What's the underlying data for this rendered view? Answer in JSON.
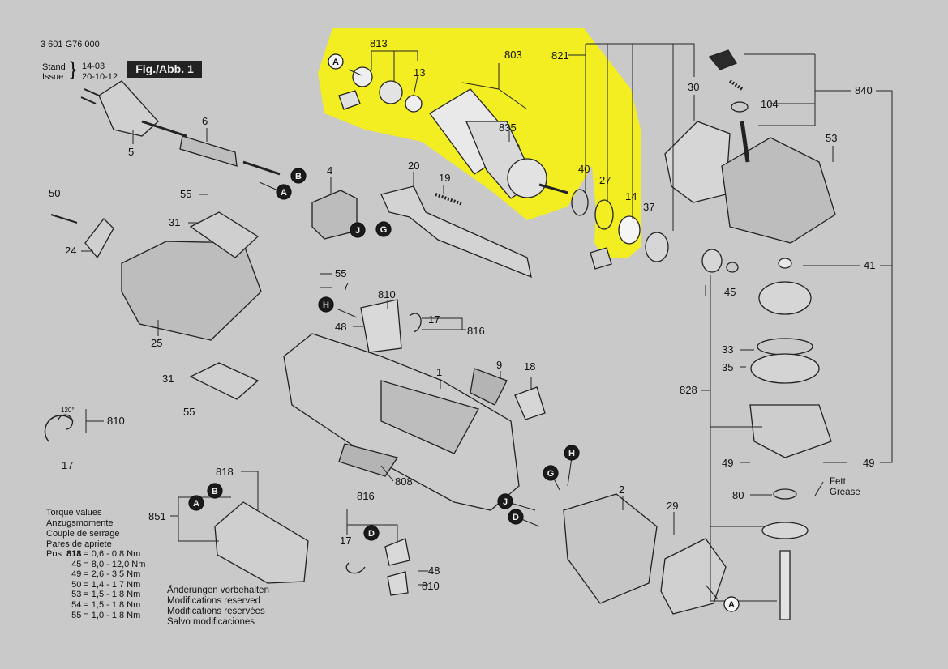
{
  "header": {
    "part_number": "3 601 G76 000",
    "stand_label": "Stand",
    "issue_label": "Issue",
    "bracket": "}",
    "date_old": "14-03",
    "date_new": "20-10-12",
    "figure_label": "Fig./Abb. 1"
  },
  "torque": {
    "title_lines": [
      "Torque values",
      "Anzugsmomente",
      "Couple de serrage",
      "Pares de apriete"
    ],
    "pos_label": "Pos",
    "rows": [
      {
        "pos": "818",
        "value": "0,6 - 0,8 Nm"
      },
      {
        "pos": "45",
        "value": "8,0 - 12,0 Nm"
      },
      {
        "pos": "49",
        "value": "2,6 - 3,5 Nm"
      },
      {
        "pos": "50",
        "value": "1,4 - 1,7 Nm"
      },
      {
        "pos": "53",
        "value": "1,5 - 1,8 Nm"
      },
      {
        "pos": "54",
        "value": "1,5 - 1,8 Nm"
      },
      {
        "pos": "55",
        "value": "1,0 - 1,8 Nm"
      }
    ]
  },
  "notice": [
    "Änderungen vorbehalten",
    "Modifications reserved",
    "Modifications reservées",
    "Salvo modificaciones"
  ],
  "grease": {
    "de": "Fett",
    "en": "Grease"
  },
  "angle_label": "120°",
  "callouts": [
    "813",
    "803",
    "13",
    "835",
    "821",
    "30",
    "840",
    "104",
    "53",
    "6",
    "5",
    "4",
    "20",
    "19",
    "40",
    "27",
    "14",
    "37",
    "50",
    "55",
    "31",
    "24",
    "25",
    "55",
    "7",
    "810",
    "48",
    "17",
    "816",
    "9",
    "18",
    "1",
    "31",
    "55",
    "810",
    "17",
    "818",
    "851",
    "808",
    "816",
    "17",
    "48",
    "810",
    "2",
    "29",
    "41",
    "45",
    "33",
    "35",
    "828",
    "49",
    "49",
    "80"
  ],
  "connectors": [
    "A",
    "B",
    "A",
    "G",
    "J",
    "H",
    "A",
    "B",
    "H",
    "G",
    "J",
    "D",
    "D",
    "A"
  ],
  "colors": {
    "background": "#c9c9c9",
    "highlight": "#f2ee22",
    "ink": "#111111",
    "circle_fill": "#1a1a1a"
  }
}
